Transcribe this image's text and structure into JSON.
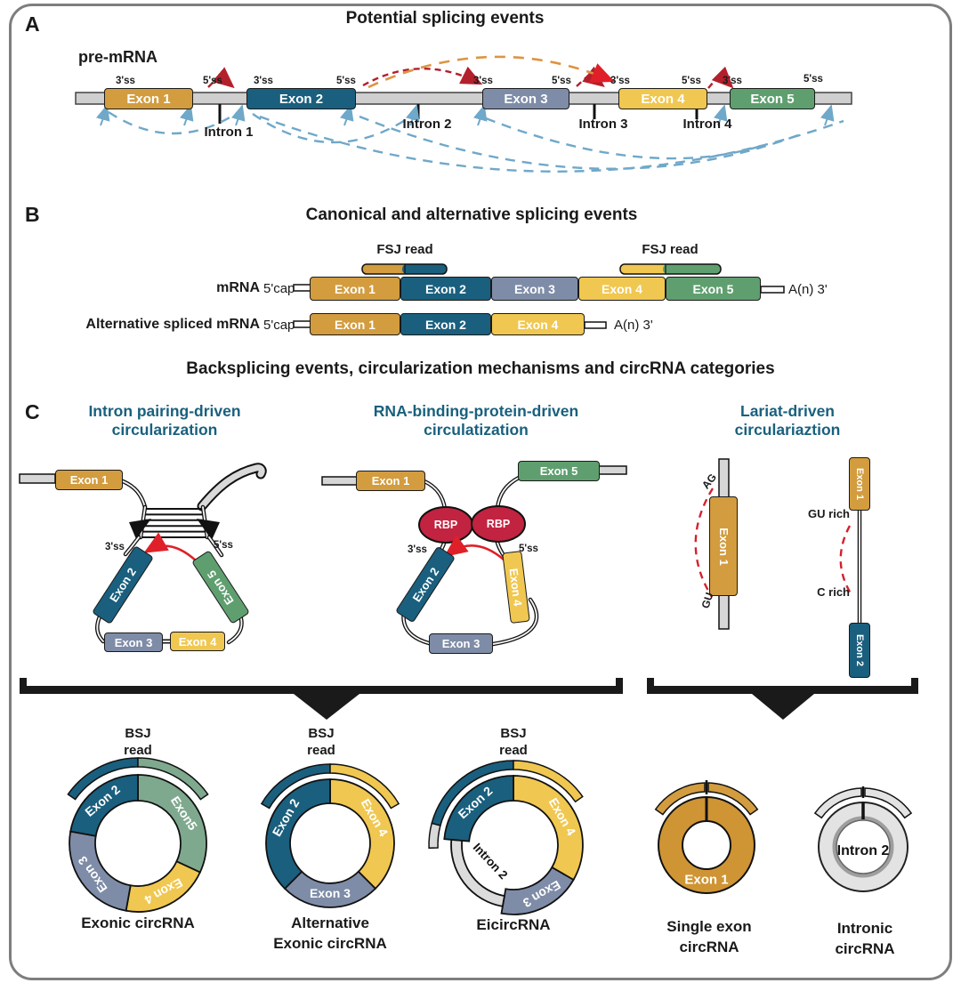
{
  "colors": {
    "exon1_orange": "#d29c3f",
    "exon2_teal": "#1a5f7e",
    "exon3_slate": "#7e8ca7",
    "exon4_yellow": "#f0c750",
    "exon5_green": "#5f9f6f",
    "exon5_circle_sage": "#7fa98e",
    "rbp_red": "#c22340",
    "heading_teal": "#19607e",
    "backsplice_blue": "#6fa8c9",
    "splice_red": "#b3202c",
    "altsplice_orange": "#dd9442",
    "intron_gray": "#dcdcdc"
  },
  "panelA": {
    "label": "A",
    "title": "Potential splicing events",
    "pre_mrna": "pre-mRNA",
    "ss3": "3'ss",
    "ss5": "5'ss",
    "exons": [
      "Exon 1",
      "Exon 2",
      "Exon 3",
      "Exon 4",
      "Exon 5"
    ],
    "introns": [
      "Intron 1",
      "Intron 2",
      "Intron 3",
      "Intron 4"
    ]
  },
  "panelB": {
    "label": "B",
    "title": "Canonical and alternative splicing events",
    "fsj_read": "FSJ read",
    "mrna_label": "mRNA",
    "alt_label": "Alternative spliced mRNA",
    "cap": "5'cap",
    "polya": "A(n) 3'",
    "mrna_exons": [
      "Exon 1",
      "Exon 2",
      "Exon 3",
      "Exon 4",
      "Exon 5"
    ],
    "alt_exons": [
      "Exon 1",
      "Exon 2",
      "Exon 4"
    ]
  },
  "sectionC": {
    "title": "Backsplicing events, circularization mechanisms and circRNA categories"
  },
  "panelC": {
    "label": "C",
    "ss3": "3'ss",
    "ss5": "5'ss",
    "bsj": "BSJ",
    "read": "read",
    "mechanisms": [
      {
        "title1": "Intron pairing-driven",
        "title2": "circularization",
        "exon_top_left": "Exon 1",
        "exon_left": "Exon 2",
        "exon_right": "Exon 5",
        "exon_bottom_left": "Exon 3",
        "exon_bottom_right": "Exon 4"
      },
      {
        "title1": "RNA-binding-protein-driven",
        "title2": "circulatization",
        "rbp": "RBP",
        "exon_top_left": "Exon 1",
        "exon_top_right": "Exon 5",
        "exon_left": "Exon 2",
        "exon_right": "Exon 4",
        "exon_bottom": "Exon 3"
      },
      {
        "title1": "Lariat-driven",
        "title2": "circulariaztion",
        "ag": "AG",
        "gu": "GU",
        "gu_rich": "GU rich",
        "c_rich": "C rich",
        "lariat_exon": "Exon 1",
        "top_exon": "Exon 1",
        "bottom_exon": "Exon 2"
      }
    ],
    "circles": [
      {
        "label": "Exonic circRNA",
        "seg_exon2": "Exon 2",
        "seg_exon5": "Exon5",
        "seg_exon4": "Exon 4",
        "seg_exon3": "Exon 3"
      },
      {
        "label1": "Alternative",
        "label2": "Exonic circRNA",
        "seg_exon2": "Exon 2",
        "seg_exon4": "Exon 4",
        "seg_exon3": "Exon 3"
      },
      {
        "label": "EicircRNA",
        "seg_exon2": "Exon 2",
        "seg_exon4": "Exon 4",
        "seg_exon3": "Exon 3",
        "seg_intron2": "Intron 2"
      },
      {
        "label1": "Single exon",
        "label2": "circRNA",
        "seg_exon1": "Exon 1"
      },
      {
        "label1": "Intronic",
        "label2": "circRNA",
        "center_label": "Intron 2"
      }
    ]
  }
}
